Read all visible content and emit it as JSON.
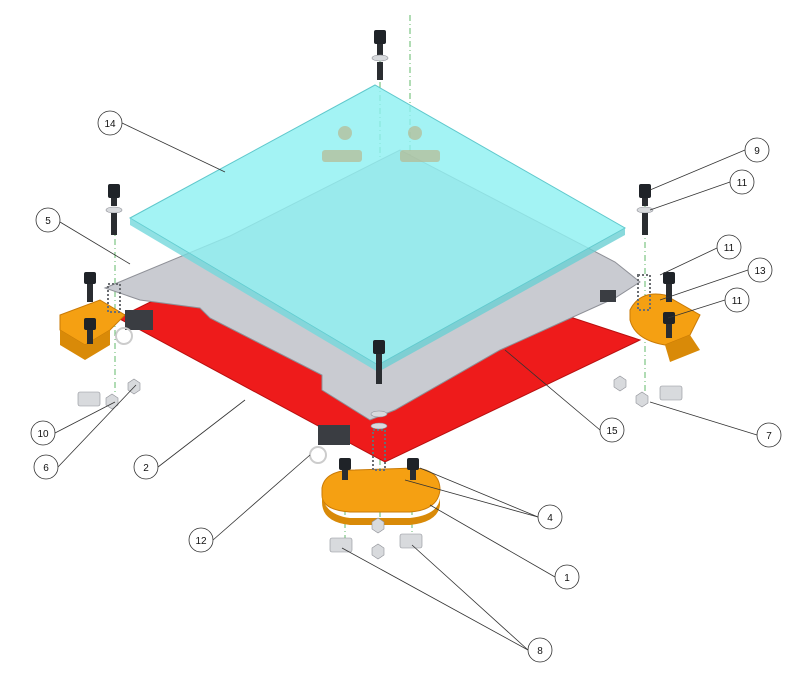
{
  "diagram": {
    "callouts": [
      {
        "id": "c1",
        "label": "1"
      },
      {
        "id": "c2",
        "label": "2"
      },
      {
        "id": "c4",
        "label": "4"
      },
      {
        "id": "c5",
        "label": "5"
      },
      {
        "id": "c6",
        "label": "6"
      },
      {
        "id": "c7",
        "label": "7"
      },
      {
        "id": "c8",
        "label": "8"
      },
      {
        "id": "c9",
        "label": "9"
      },
      {
        "id": "c10",
        "label": "10"
      },
      {
        "id": "c11a",
        "label": "11"
      },
      {
        "id": "c11b",
        "label": "11"
      },
      {
        "id": "c11c",
        "label": "11"
      },
      {
        "id": "c12",
        "label": "12"
      },
      {
        "id": "c13",
        "label": "13"
      },
      {
        "id": "c14",
        "label": "14"
      },
      {
        "id": "c15",
        "label": "15"
      }
    ],
    "colors": {
      "glass": "#8ff0f2",
      "glass_edge": "#5fc8cc",
      "heater": "#ee1b1b",
      "heater_dark": "#b80f0f",
      "carrier": "#c9cbd1",
      "carrier_edge": "#8e9097",
      "bracket": "#f5a012",
      "bracket_dark": "#c97a06",
      "screw": "#1f2328",
      "washer": "#d8dadd",
      "spring": "#6b6e72",
      "axis_line": "#3aa845"
    }
  }
}
